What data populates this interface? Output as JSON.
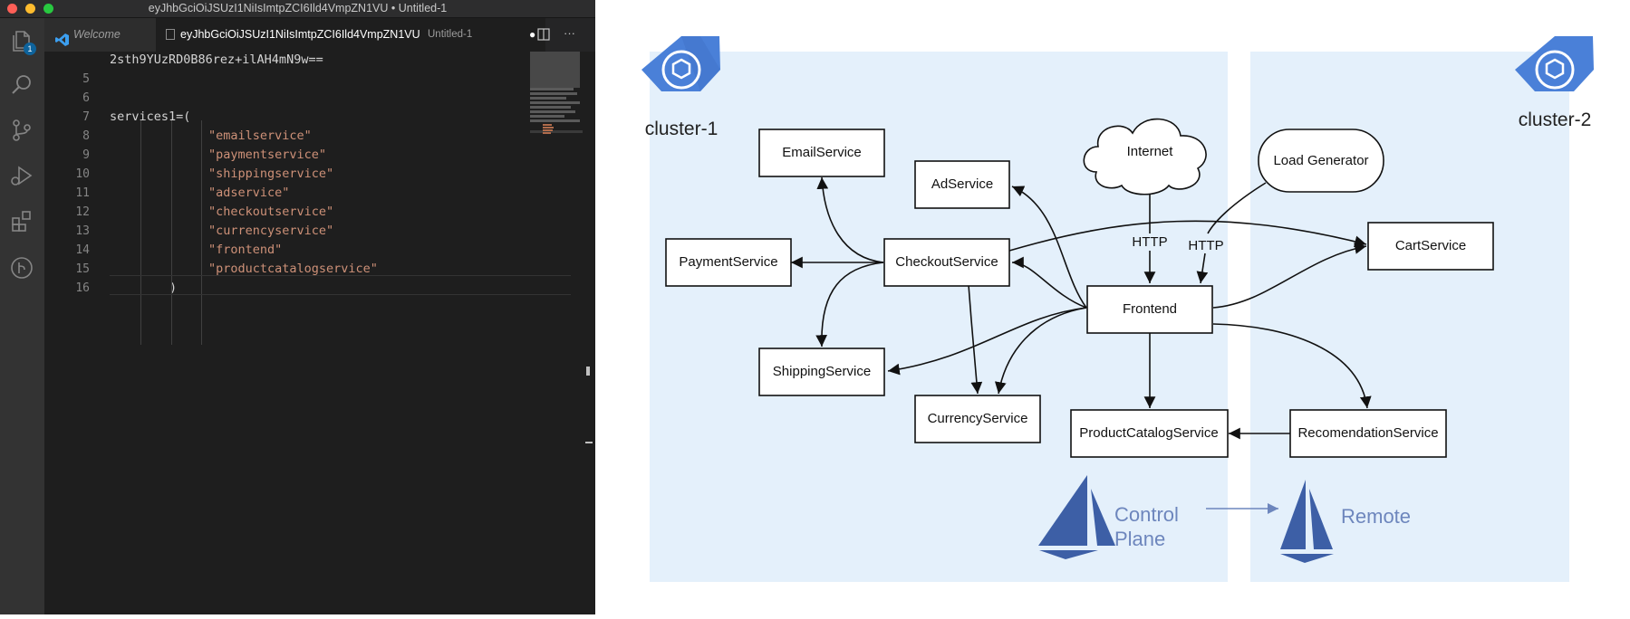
{
  "window": {
    "title": "eyJhbGciOiJSUzI1NiIsImtpZCI6Ild4VmpZN1VU • Untitled-1"
  },
  "activity_bar": {
    "explorer_badge": "1"
  },
  "tabs": [
    {
      "label": "Welcome"
    },
    {
      "label": "eyJhbGciOiJSUzI1NiIsImtpZCI6Ild4VmpZN1VU",
      "sublabel": "Untitled-1",
      "dirty": "●"
    }
  ],
  "tab_actions": {
    "more": "···"
  },
  "code": {
    "lines": [
      {
        "n": "",
        "text": "2sth9YUzRD0B86rez+ilAH4mN9w=="
      },
      {
        "n": "5",
        "text": ""
      },
      {
        "n": "6",
        "text": ""
      },
      {
        "n": "7",
        "text": "services1=("
      },
      {
        "n": "8",
        "text": "\"emailservice\""
      },
      {
        "n": "9",
        "text": "\"paymentservice\""
      },
      {
        "n": "10",
        "text": "\"shippingservice\""
      },
      {
        "n": "11",
        "text": "\"adservice\""
      },
      {
        "n": "12",
        "text": "\"checkoutservice\""
      },
      {
        "n": "13",
        "text": "\"currencyservice\""
      },
      {
        "n": "14",
        "text": "\"frontend\""
      },
      {
        "n": "15",
        "text": "\"productcatalogservice\""
      },
      {
        "n": "16",
        "text": ")"
      }
    ]
  },
  "diagram": {
    "clusters": [
      {
        "label": "cluster-1"
      },
      {
        "label": "cluster-2"
      }
    ],
    "nodes": {
      "email": "EmailService",
      "ad": "AdService",
      "internet": "Internet",
      "loadgen": "Load Generator",
      "payment": "PaymentService",
      "checkout": "CheckoutService",
      "cart": "CartService",
      "frontend": "Frontend",
      "shipping": "ShippingService",
      "currency": "CurrencyService",
      "productcatalog": "ProductCatalogService",
      "recommendation": "RecomendationService"
    },
    "edge_labels": {
      "http_internet": "HTTP",
      "http_loadgen": "HTTP"
    },
    "legend": {
      "control_plane": [
        "Control",
        "Plane"
      ],
      "remote": "Remote"
    }
  },
  "colors": {
    "cluster_fill": "#e4f0fb",
    "istio_blue": "#3d5fa6",
    "k8s_blue": "#4a80d8",
    "legend_text": "#6d86bd"
  }
}
